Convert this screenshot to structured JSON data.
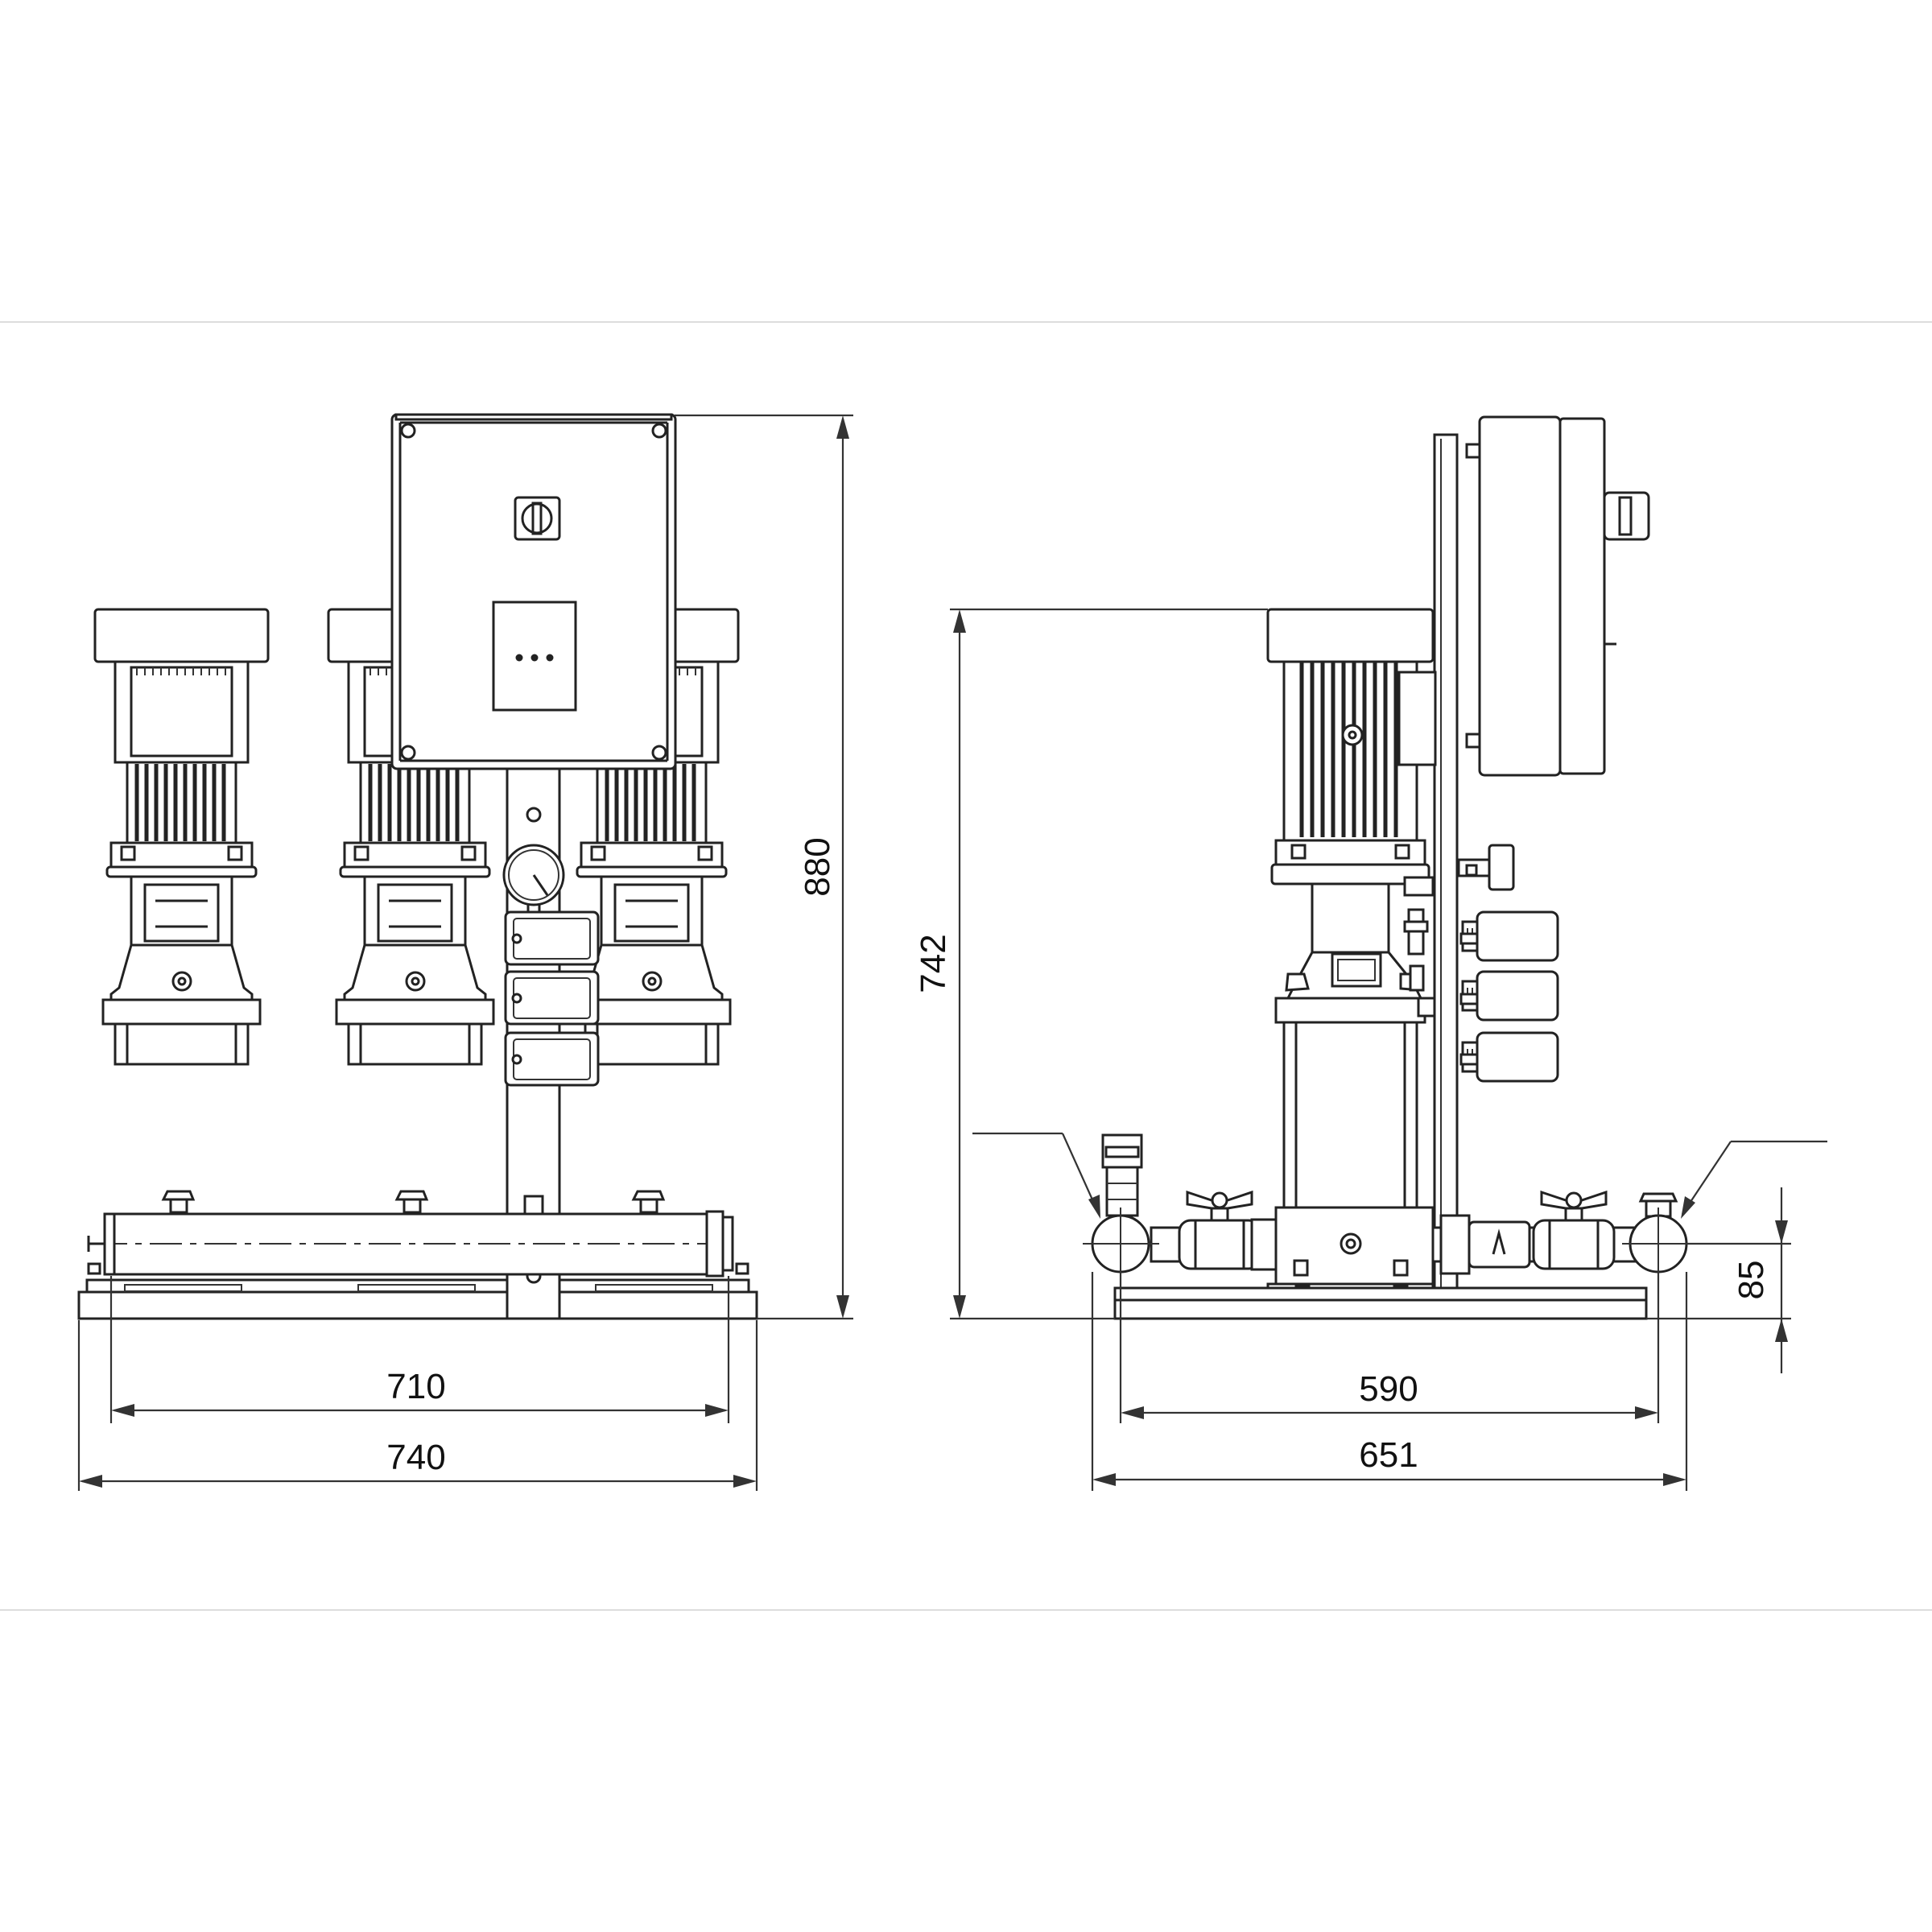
{
  "diagram": {
    "front_view": {
      "dimensions": {
        "overall_height": "880",
        "inner_width": "710",
        "outer_width": "740"
      },
      "pump_count": 3,
      "pressure_gauge_count": 1,
      "pressure_switch_count": 3
    },
    "side_view": {
      "dimensions": {
        "pump_height": "742",
        "manifold_height": "85",
        "inner_width": "590",
        "outer_width": "651"
      },
      "pressure_switch_count": 3
    },
    "colors": {
      "line": "#222222",
      "separator": "#dddddd",
      "background": "#ffffff"
    }
  }
}
